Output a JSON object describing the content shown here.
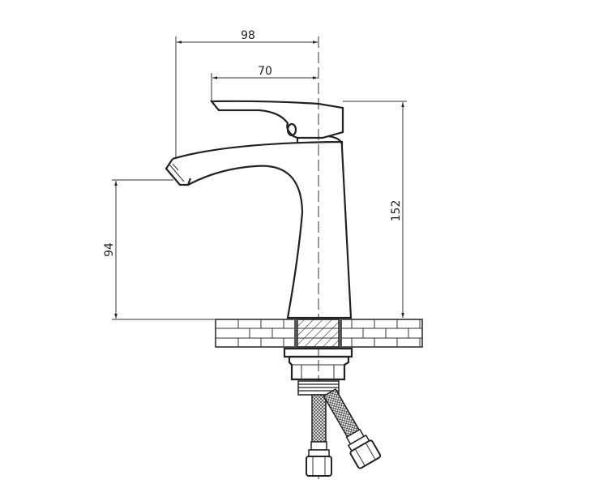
{
  "drawing": {
    "subject": "faucet",
    "dimensions": {
      "spout_reach": "98",
      "handle_reach": "70",
      "total_height": "152",
      "spout_height": "94"
    }
  }
}
